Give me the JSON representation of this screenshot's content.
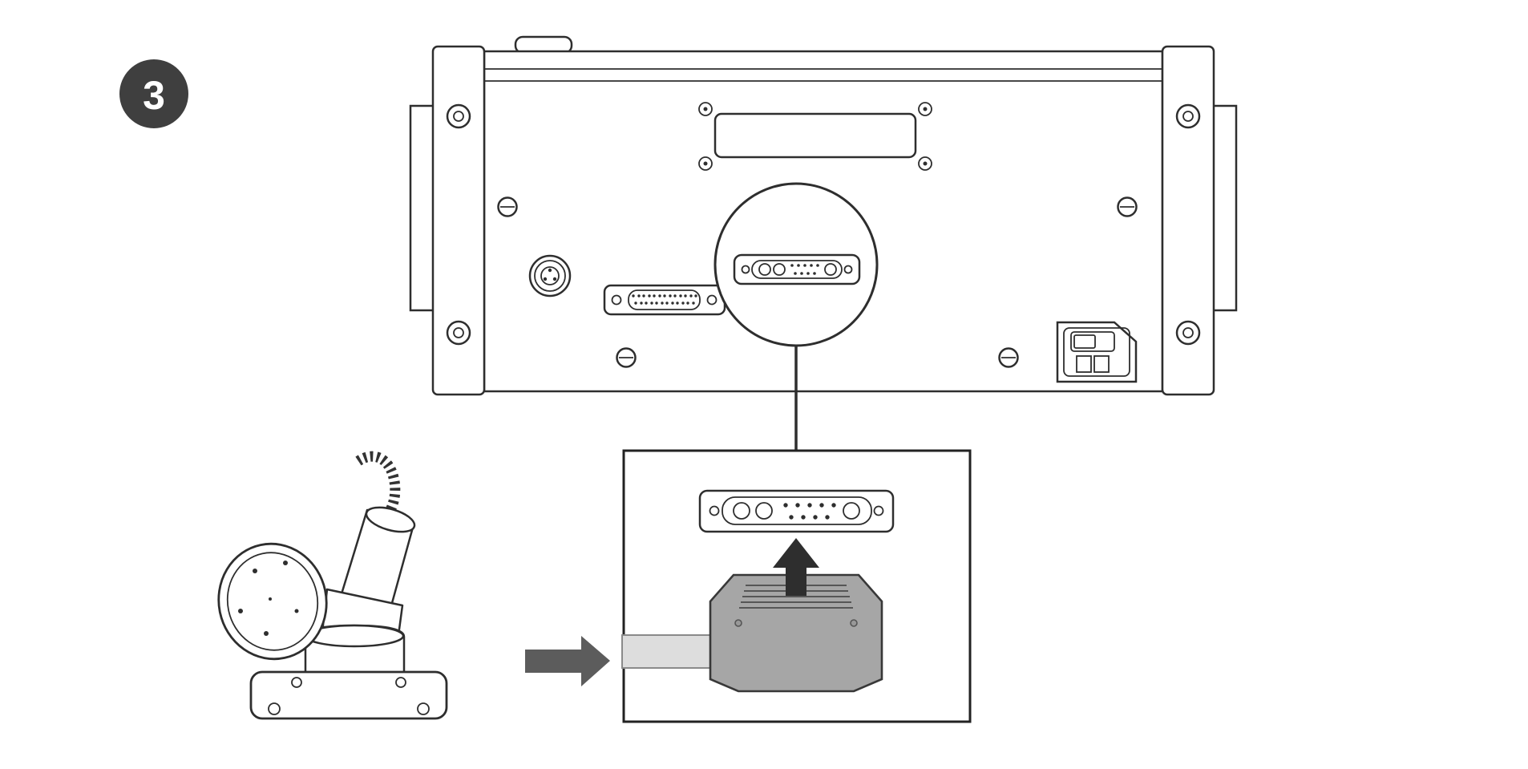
{
  "step": {
    "number": "3"
  },
  "icons": {
    "step_badge": "numbered-step-badge",
    "up_arrow": "arrow-up",
    "right_arrow": "arrow-right"
  },
  "colors": {
    "background": "#ffffff",
    "line": "#2e2e2e",
    "badge_bg": "#3f3f3f",
    "badge_text": "#ffffff",
    "plug_body": "#a6a6a6",
    "cable": "#dddddd",
    "arrow_gray": "#5c5c5c",
    "arrow_black": "#2e2e2e"
  }
}
